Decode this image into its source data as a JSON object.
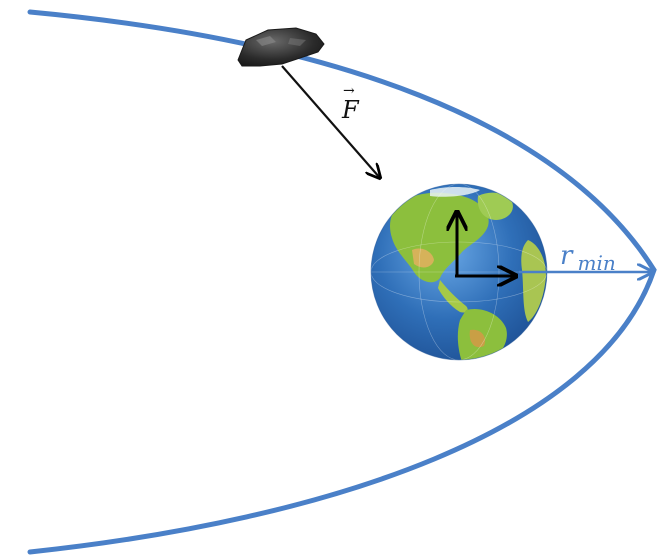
{
  "diagram": {
    "labels": {
      "force": "F",
      "force_arrow_mark": "→",
      "rmin_base": "r",
      "rmin_sub": "min"
    },
    "colors": {
      "orbit": "#4a80c8",
      "rmin_arrow": "#4a80c8",
      "rmin_label": "#4a80c8",
      "force_arrow": "#111111",
      "axes_arrows": "#000000",
      "ocean": "#2f6fb8",
      "land": "#8cbf3d",
      "desert": "#d6b25a",
      "asteroid": "#2b2b2b"
    },
    "icons": {
      "asteroid": "asteroid-icon",
      "earth": "earth-globe-icon"
    }
  }
}
